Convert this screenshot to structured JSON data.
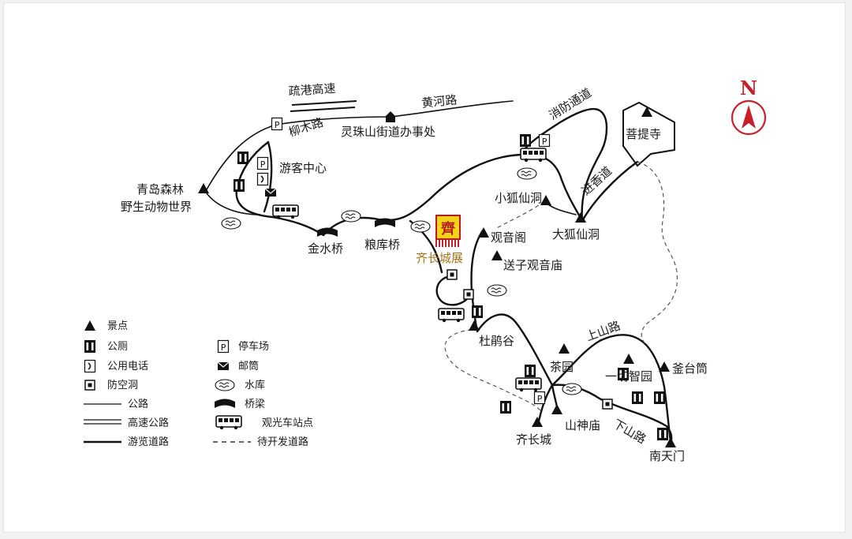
{
  "north": {
    "label": "N",
    "color": "#c8202a"
  },
  "roads": {
    "expressway": "疏港高速",
    "liumu": "柳木路",
    "huanghe": "黄河路",
    "xiaofang": "消防通道",
    "jinxiang": "进香道",
    "shangshan": "上山路",
    "xiashan": "下山路"
  },
  "places": {
    "lingzhu_office": "灵珠山街道办事处",
    "visitor_center": "游客中心",
    "forest_zoo_line1": "青岛森林",
    "forest_zoo_line2": "野生动物世界",
    "jinshui_bridge": "金水桥",
    "liangku_bridge": "粮库桥",
    "wall_exhibit": "齐长城展",
    "wall_exhibit_flag": "齊",
    "xiaohuxian": "小狐仙洞",
    "dahuxian": "大狐仙洞",
    "guanyinge": "观音阁",
    "songzi": "送子观音庙",
    "putisi": "菩提寺",
    "dujuangu": "杜鹃谷",
    "chayuan": "茶园",
    "yiqiezhi": "一切智园",
    "futaitong": "釜台筒",
    "qichangcheng": "齐长城",
    "shanshenmiao": "山神庙",
    "nantianmen": "南天门"
  },
  "legend": {
    "scenic": "景点",
    "toilet": "公厕",
    "phone": "公用电话",
    "shelter": "防空洞",
    "highway": "公路",
    "expressway": "高速公路",
    "tour_road": "游览道路",
    "parking": "停车场",
    "mailbox": "邮筒",
    "reservoir": "水库",
    "bridge": "桥梁",
    "bus_stop": "观光车站点",
    "planned_road": "待开发道路"
  },
  "icons": {
    "parking": "P",
    "phone": "☽",
    "toilet": "🚻",
    "scenic": "triangle-peak",
    "bus": "sightseeing-bus"
  }
}
